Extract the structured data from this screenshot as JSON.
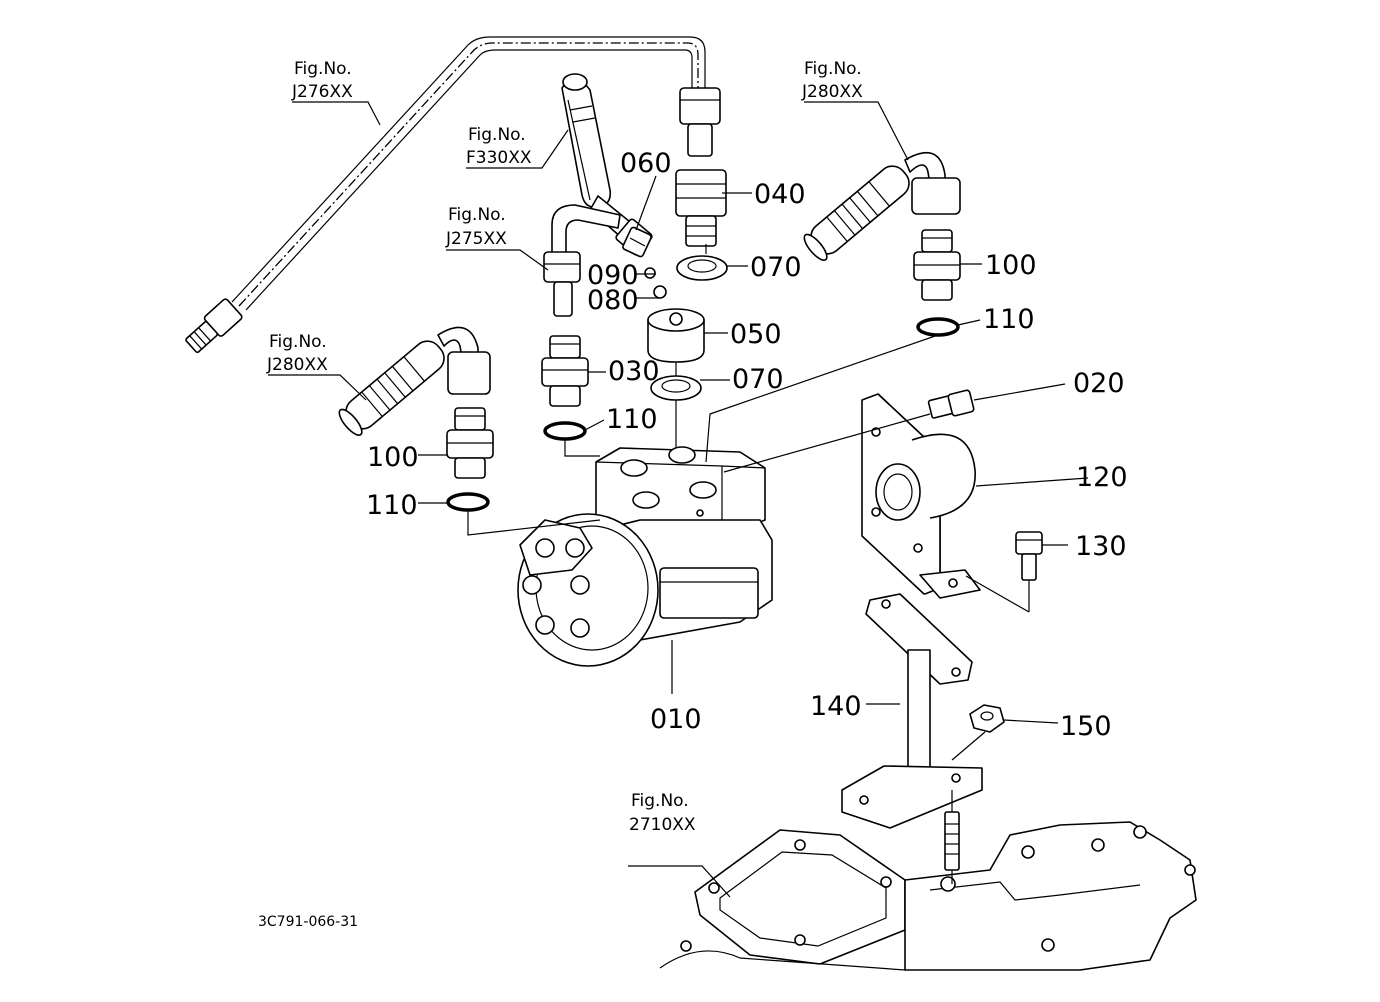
{
  "callouts": {
    "c010": "010",
    "c020": "020",
    "c030": "030",
    "c040": "040",
    "c050": "050",
    "c060": "060",
    "c070a": "070",
    "c070b": "070",
    "c080": "080",
    "c090": "090",
    "c100a": "100",
    "c100b": "100",
    "c110a": "110",
    "c110b": "110",
    "c110c": "110",
    "c120": "120",
    "c130": "130",
    "c140": "140",
    "c150": "150"
  },
  "figure_refs": {
    "j276": {
      "line1": "Fig.No.",
      "line2": "J276XX"
    },
    "f330": {
      "line1": "Fig.No.",
      "line2": "F330XX"
    },
    "j275": {
      "line1": "Fig.No.",
      "line2": "J275XX"
    },
    "j280_right": {
      "line1": "Fig.No.",
      "line2": "J280XX"
    },
    "j280_left": {
      "line1": "Fig.No.",
      "line2": "J280XX"
    },
    "f2710": {
      "line1": "Fig.No.",
      "line2": "2710XX"
    }
  },
  "diagram_code": "3C791-066-31"
}
